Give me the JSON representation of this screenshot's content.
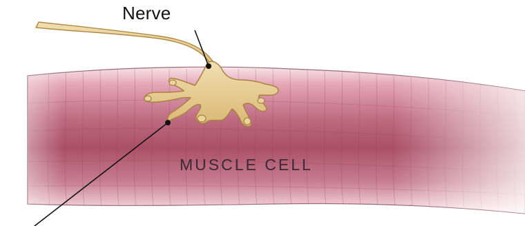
{
  "diagram": {
    "labels": {
      "nerve": "Nerve",
      "muscle_cell": "MUSCLE CELL"
    },
    "parts": [
      "muscle-fiber",
      "nerve-fiber",
      "nerve-terminal",
      "leader-line"
    ],
    "colors": {
      "muscle_core": "#a84a62",
      "muscle_edge": "#f3dbe2",
      "nerve_fill": "#e8d09a",
      "nerve_stroke": "#b08a45",
      "ink": "#111111"
    }
  }
}
